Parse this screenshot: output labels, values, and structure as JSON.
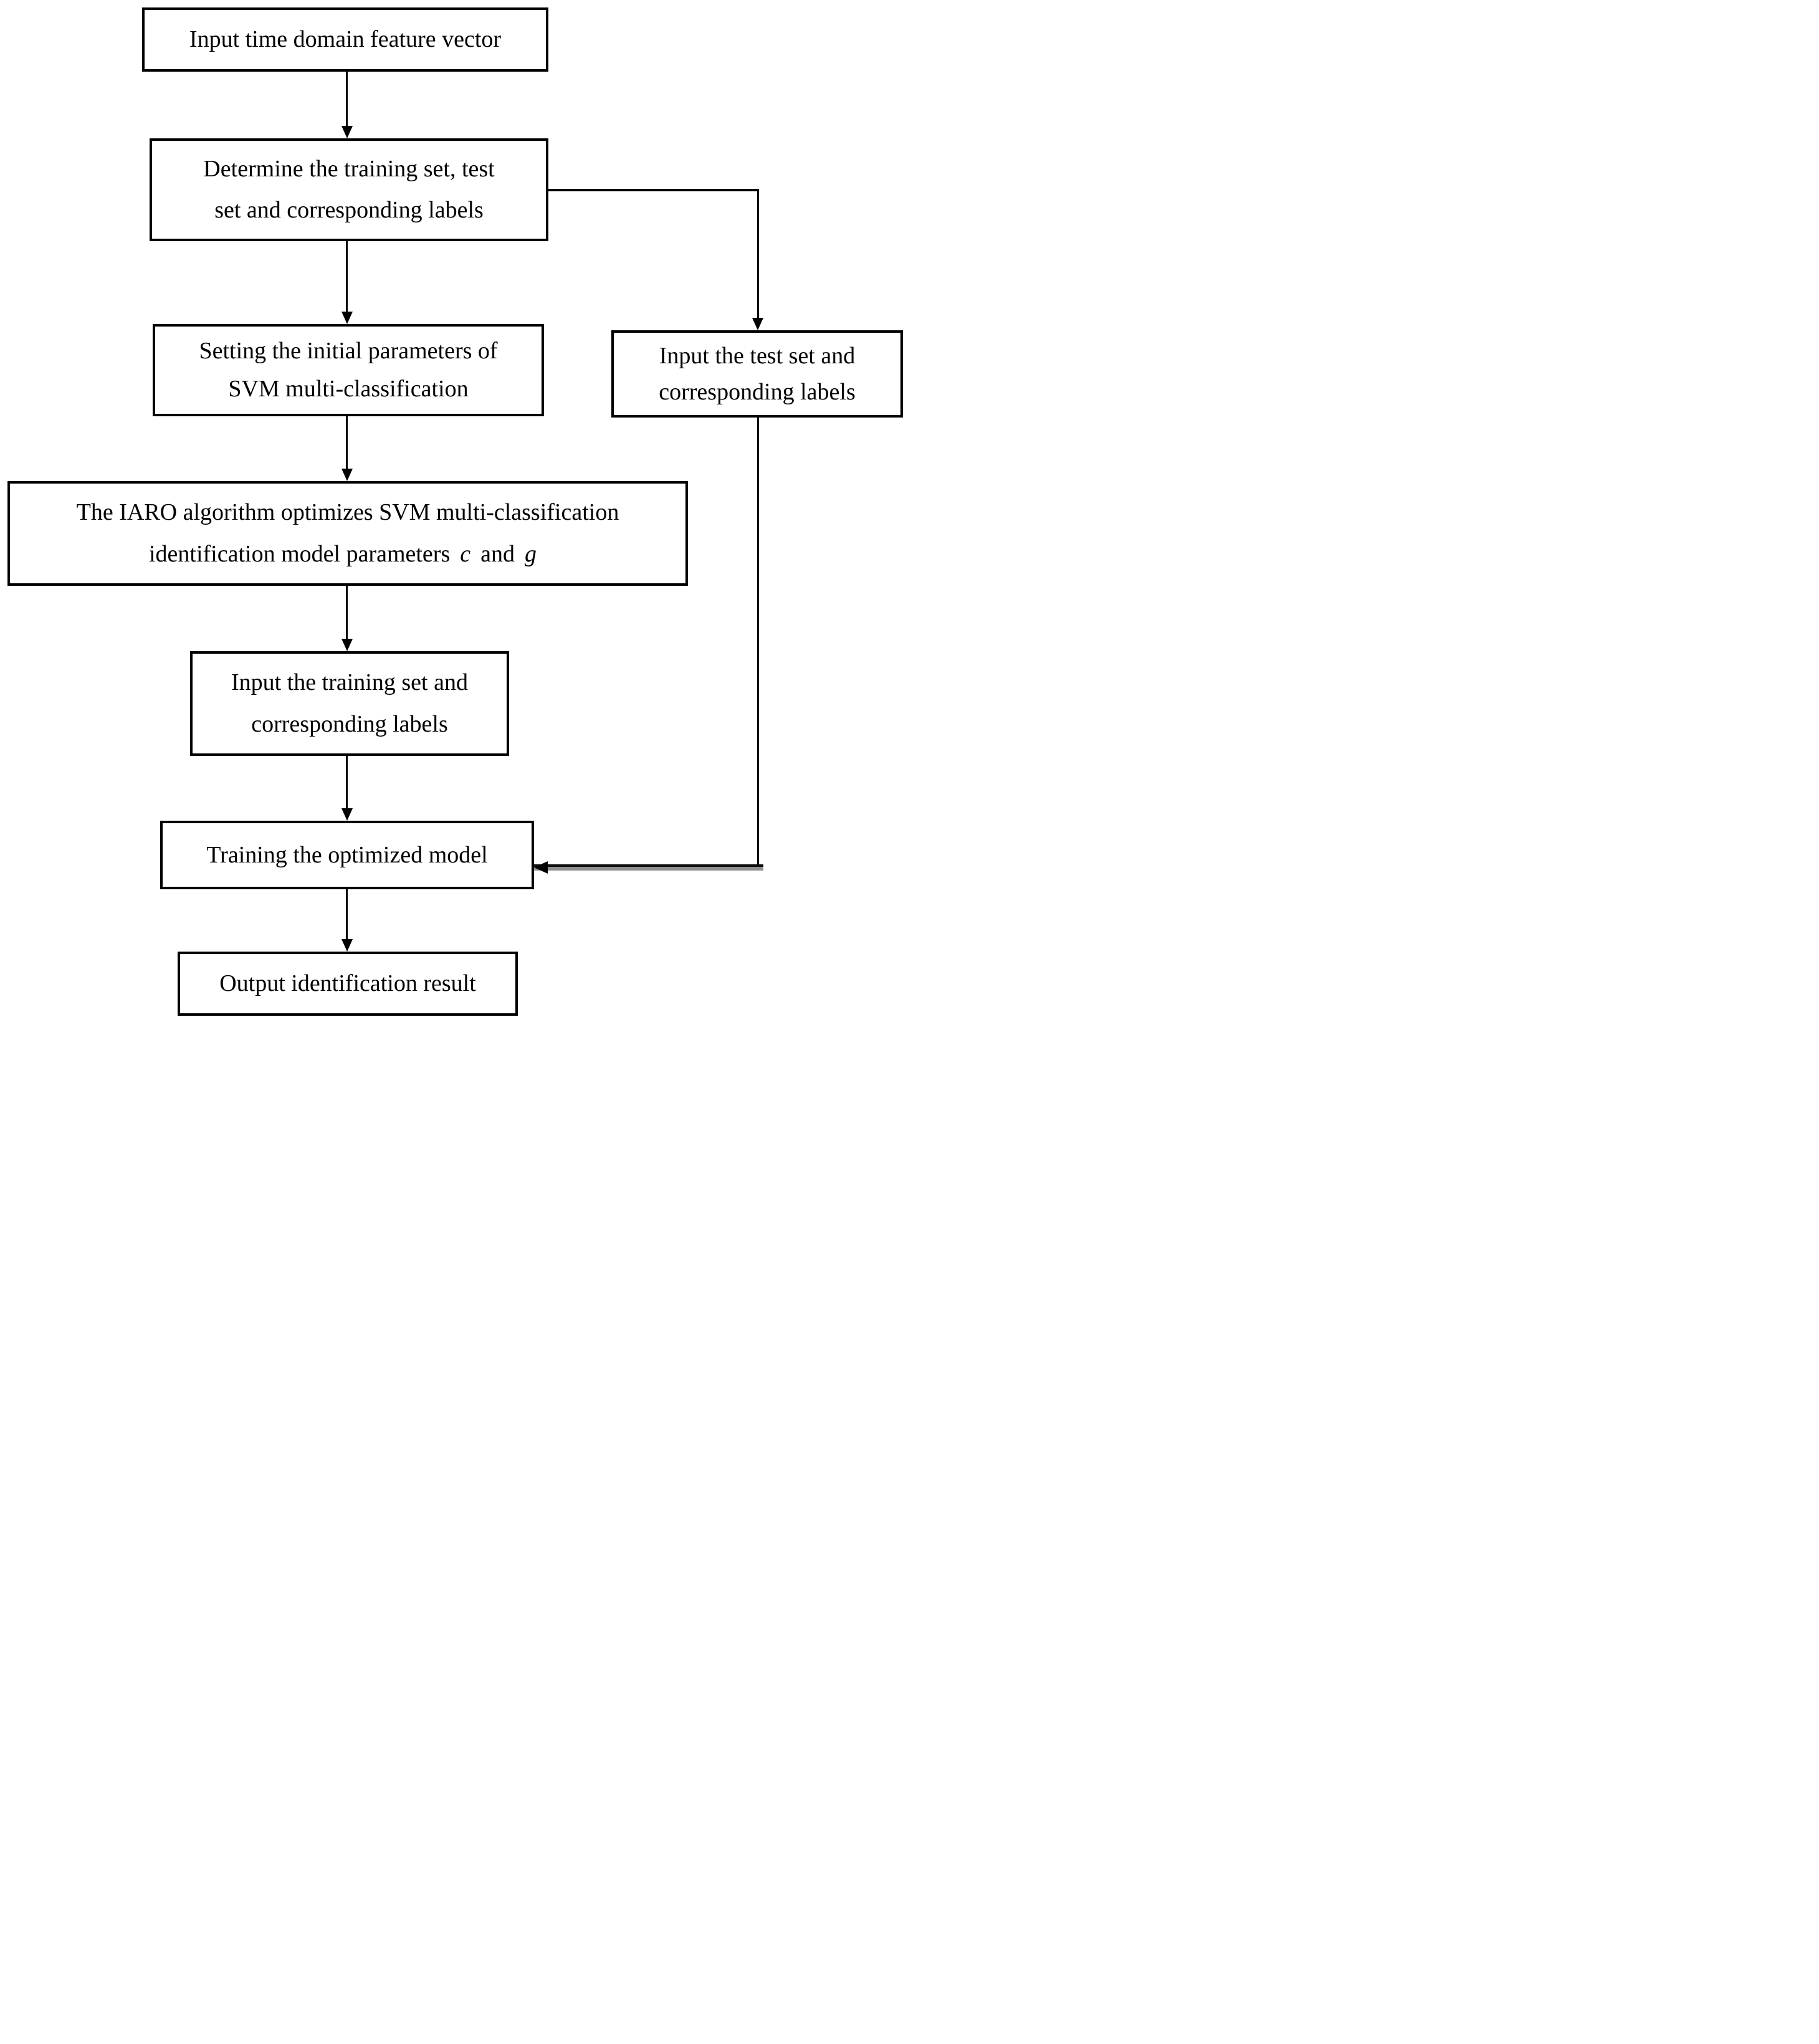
{
  "diagram": {
    "background_color": "#ffffff",
    "box_border_color": "#000000",
    "line_color": "#000000",
    "shadow_color": "#8f8f8f",
    "text_color": "#000000",
    "nodes": [
      {
        "id": "input-vector",
        "lines": [
          "Input time domain feature vector"
        ]
      },
      {
        "id": "determine-sets",
        "lines": [
          "Determine the training set, test",
          "set and corresponding labels"
        ]
      },
      {
        "id": "init-params",
        "lines": [
          "Setting the initial parameters of",
          "SVM multi-classification"
        ]
      },
      {
        "id": "iaro-optimize",
        "lines": [
          "The IARO algorithm optimizes SVM multi-classification"
        ],
        "line2": {
          "pre": "identification model parameters",
          "param_c": "c",
          "mid": "and",
          "param_g": "g"
        }
      },
      {
        "id": "input-training",
        "lines": [
          "Input the training set and",
          "corresponding labels"
        ]
      },
      {
        "id": "train-model",
        "lines": [
          "Training the optimized model"
        ]
      },
      {
        "id": "output-result",
        "lines": [
          "Output identification result"
        ]
      },
      {
        "id": "input-test",
        "lines": [
          "Input the test set and",
          "corresponding labels"
        ]
      }
    ]
  }
}
